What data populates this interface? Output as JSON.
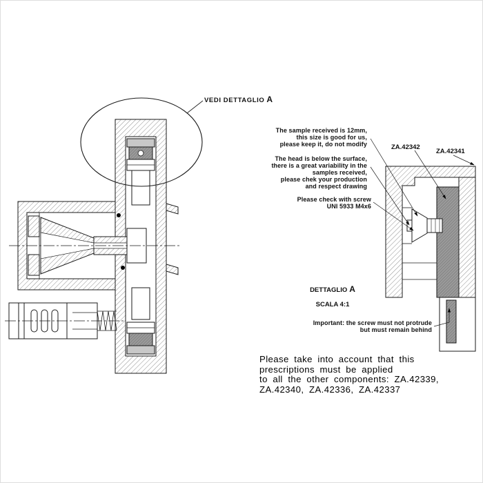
{
  "drawing": {
    "callout_vedi": {
      "label": "VEDI DETTAGLIO",
      "letter": "A"
    },
    "part_labels": {
      "upper": "ZA.42342",
      "lower": "ZA.42341"
    },
    "detail_caption": {
      "title": "DETTAGLIO",
      "letter": "A",
      "scale": "SCALA 4:1"
    },
    "notes": {
      "sample": "The sample received is 12mm,\nthis size is good for us,\nplease keep it, do not modify",
      "head": "The head is below the surface,\nthere is a great variability in the\nsamples received,\nplease chek your production\nand respect drawing",
      "screw": "Please check with screw\nUNI 5933 M4x6",
      "important": "Important: the screw must not protrude\nbut must remain behind",
      "footer": "Please take into account that this\nprescriptions must be applied\nto all the other components: ZA.42339,\nZA.42340, ZA.42336, ZA.42337"
    },
    "colors": {
      "line": "#1a1a1a",
      "part_gray": "#9a9a9a",
      "seal_gray": "#c8c8c8",
      "background": "#ffffff"
    }
  }
}
